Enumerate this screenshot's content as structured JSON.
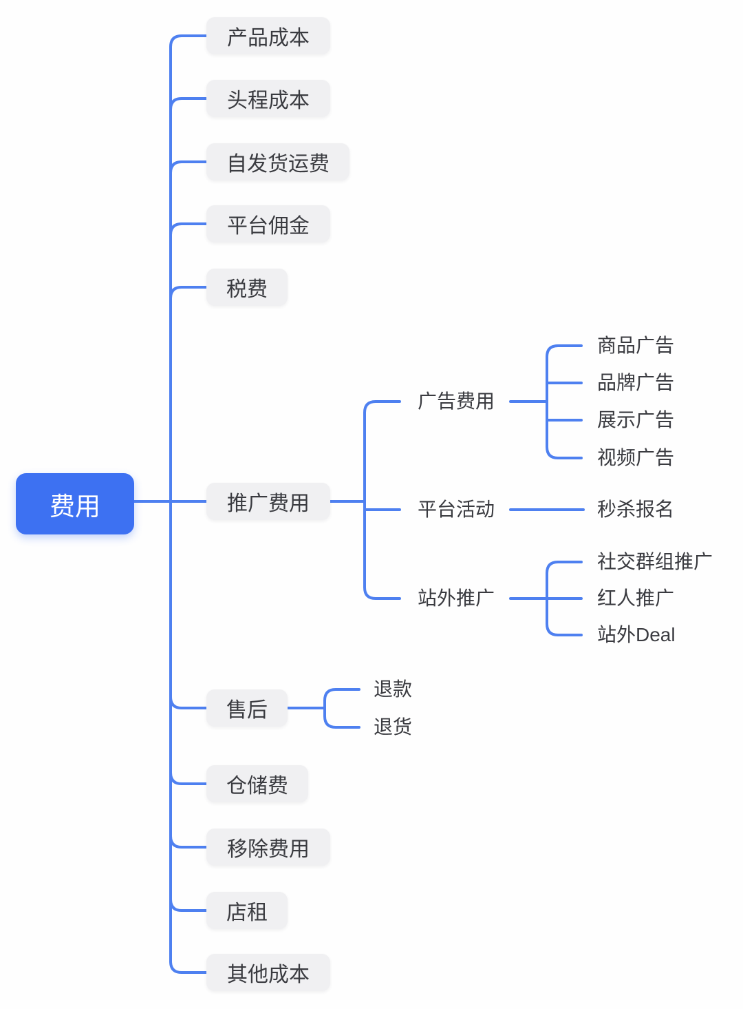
{
  "colors": {
    "accent": "#3D71F2",
    "line": "#4E80F0",
    "node_bg": "#F0F0F2",
    "node_text": "#3A3B40",
    "root_text": "#FFFFFF",
    "canvas_bg": "#FEFEFE"
  },
  "mindmap": {
    "root": {
      "label": "费用",
      "children": [
        {
          "label": "产品成本"
        },
        {
          "label": "头程成本"
        },
        {
          "label": "自发货运费"
        },
        {
          "label": "平台佣金"
        },
        {
          "label": "税费"
        },
        {
          "label": "推广费用",
          "children": [
            {
              "label": "广告费用",
              "children": [
                {
                  "label": "商品广告"
                },
                {
                  "label": "品牌广告"
                },
                {
                  "label": "展示广告"
                },
                {
                  "label": "视频广告"
                }
              ]
            },
            {
              "label": "平台活动",
              "children": [
                {
                  "label": "秒杀报名"
                }
              ]
            },
            {
              "label": "站外推广",
              "children": [
                {
                  "label": "社交群组推广"
                },
                {
                  "label": "红人推广"
                },
                {
                  "label": "站外Deal"
                }
              ]
            }
          ]
        },
        {
          "label": "售后",
          "children": [
            {
              "label": "退款"
            },
            {
              "label": "退货"
            }
          ]
        },
        {
          "label": "仓储费"
        },
        {
          "label": "移除费用"
        },
        {
          "label": "店租"
        },
        {
          "label": "其他成本"
        }
      ]
    }
  }
}
